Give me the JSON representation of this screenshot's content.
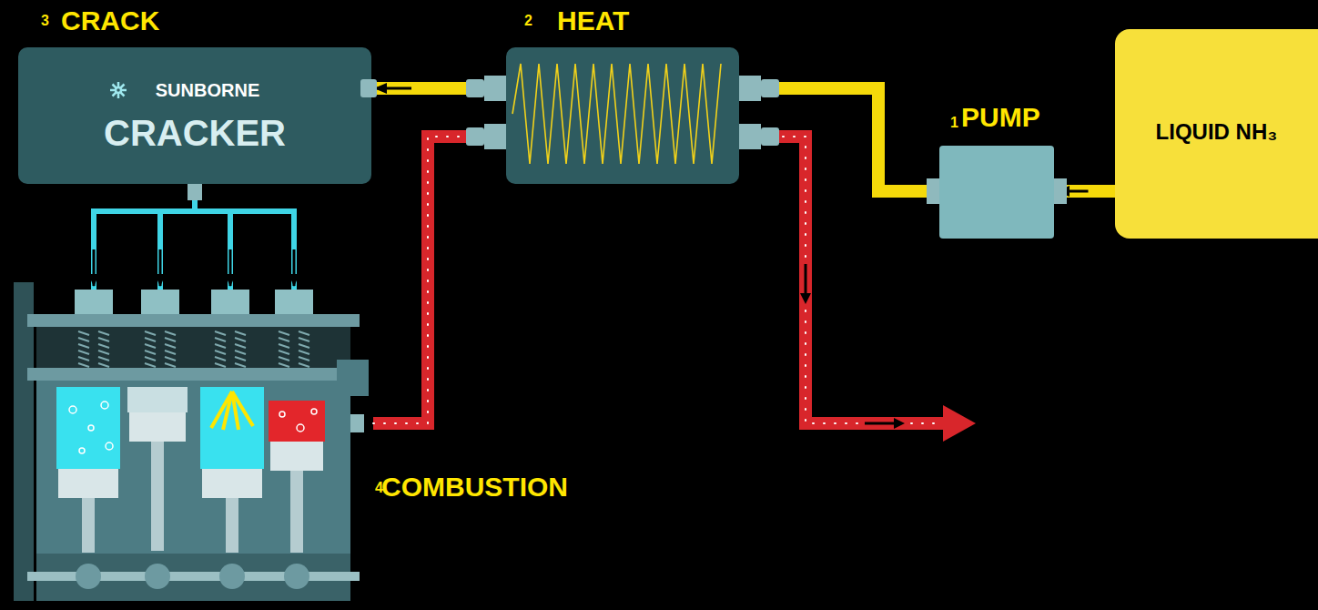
{
  "diagram": {
    "nodes": [
      {
        "text": [
          "CRACK",
          "SUNBORNE",
          "CRACKER"
        ]
      },
      {
        "text": [
          "HEAT"
        ]
      },
      {
        "text": [
          "PUMP"
        ]
      },
      {
        "text": [
          "LIQUID NH₃"
        ]
      },
      {
        "text": [
          "COMBUSTION"
        ]
      }
    ],
    "edges": [
      {
        "from": 3,
        "to": 2,
        "arrow": "to"
      },
      {
        "from": 2,
        "to": 1,
        "arrow": "to"
      },
      {
        "from": 1,
        "to": 0,
        "arrow": "to"
      },
      {
        "from": 0,
        "to": 4,
        "arrow": "to"
      },
      {
        "from": 4,
        "to": 1,
        "arrow": "to"
      }
    ],
    "labels": [
      "3",
      "2",
      "1",
      "4"
    ]
  }
}
